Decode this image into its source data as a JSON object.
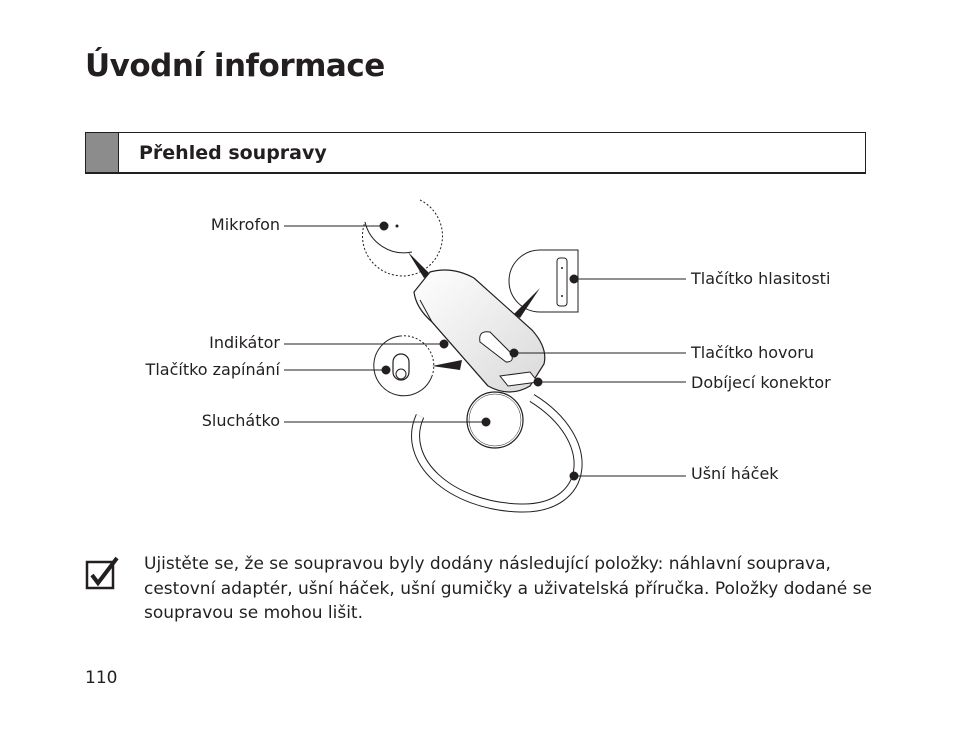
{
  "page": {
    "title": "Úvodní informace",
    "section_heading": "Přehled soupravy",
    "page_number": "110"
  },
  "diagram": {
    "left_labels": {
      "microphone": "Mikrofon",
      "indicator": "Indikátor",
      "power_button": "Tlačítko zapínání",
      "speaker": "Sluchátko"
    },
    "right_labels": {
      "volume_button": "Tlačítko hlasitosti",
      "call_button": "Tlačítko hovoru",
      "charging_connector": "Dobíjecí konektor",
      "ear_hook": "Ušní háček"
    }
  },
  "note": {
    "icon": "checkbox-check-icon",
    "text": "Ujistěte se, že se soupravou byly dodány následující položky: náhlavní souprava, cestovní adaptér, ušní háček, ušní gumičky a uživatelská příručka. Položky dodané se soupravou se mohou lišit."
  }
}
